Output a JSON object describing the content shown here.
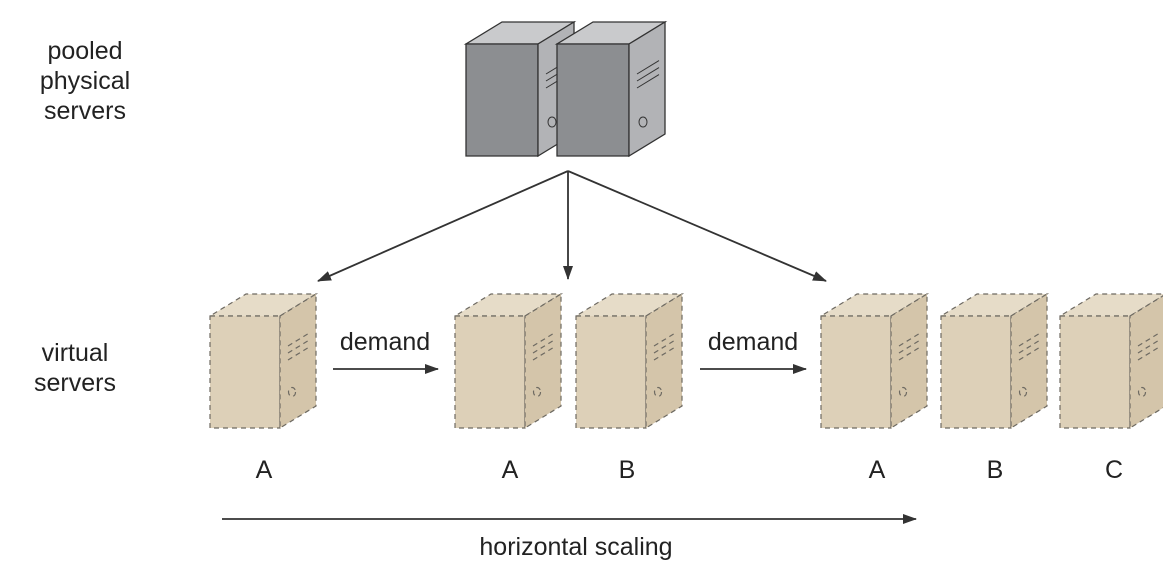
{
  "labels": {
    "physical": [
      "pooled",
      "physical",
      "servers"
    ],
    "virtual": [
      "virtual",
      "servers"
    ],
    "demand_1": "demand",
    "demand_2": "demand",
    "axis": "horizontal scaling"
  },
  "groups": [
    {
      "servers": [
        "A"
      ]
    },
    {
      "servers": [
        "A",
        "B"
      ]
    },
    {
      "servers": [
        "A",
        "B",
        "C"
      ]
    }
  ],
  "colors": {
    "physical_front": "#b2b3b6",
    "physical_side": "#8c8e91",
    "physical_top": "#c9cacc",
    "virtual_fill": "#ddd0b8",
    "virtual_side": "#d4c5aa",
    "virtual_top": "#e6dcc8",
    "line": "#333333"
  },
  "icons": {
    "physical_server": "tower-server-icon",
    "virtual_server": "virtual-server-icon",
    "arrow": "arrow-icon"
  }
}
